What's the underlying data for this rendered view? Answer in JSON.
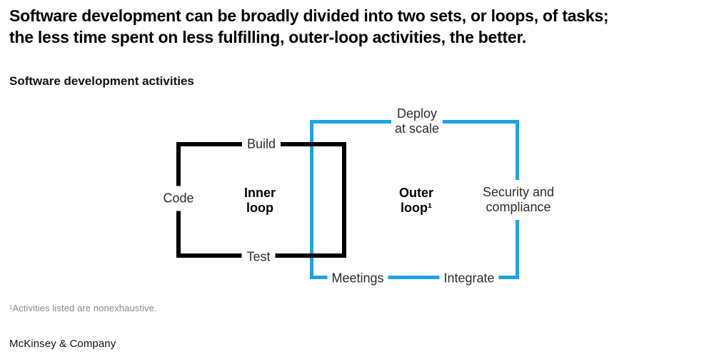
{
  "page": {
    "title_line1": "Software development can be broadly divided into two sets, or loops, of tasks;",
    "title_line2": "the less time spent on less fulfilling, outer-loop activities, the better.",
    "subtitle": "Software development activities",
    "footnote": "¹Activities listed are nonexhaustive.",
    "brand": "McKinsey & Company"
  },
  "colors": {
    "inner_loop_stroke": "#000000",
    "outer_loop_stroke": "#1EA3E1",
    "footnote_gray": "#8a8a8a"
  },
  "diagram": {
    "inner_loop": {
      "label_line1": "Inner",
      "label_line2": "loop",
      "nodes": {
        "build": "Build",
        "code": "Code",
        "test": "Test"
      }
    },
    "outer_loop": {
      "label_line1": "Outer",
      "label_line2": "loop¹",
      "nodes": {
        "deploy_line1": "Deploy",
        "deploy_line2": "at scale",
        "security_line1": "Security and",
        "security_line2": "compliance",
        "meetings": "Meetings",
        "integrate": "Integrate"
      }
    }
  }
}
